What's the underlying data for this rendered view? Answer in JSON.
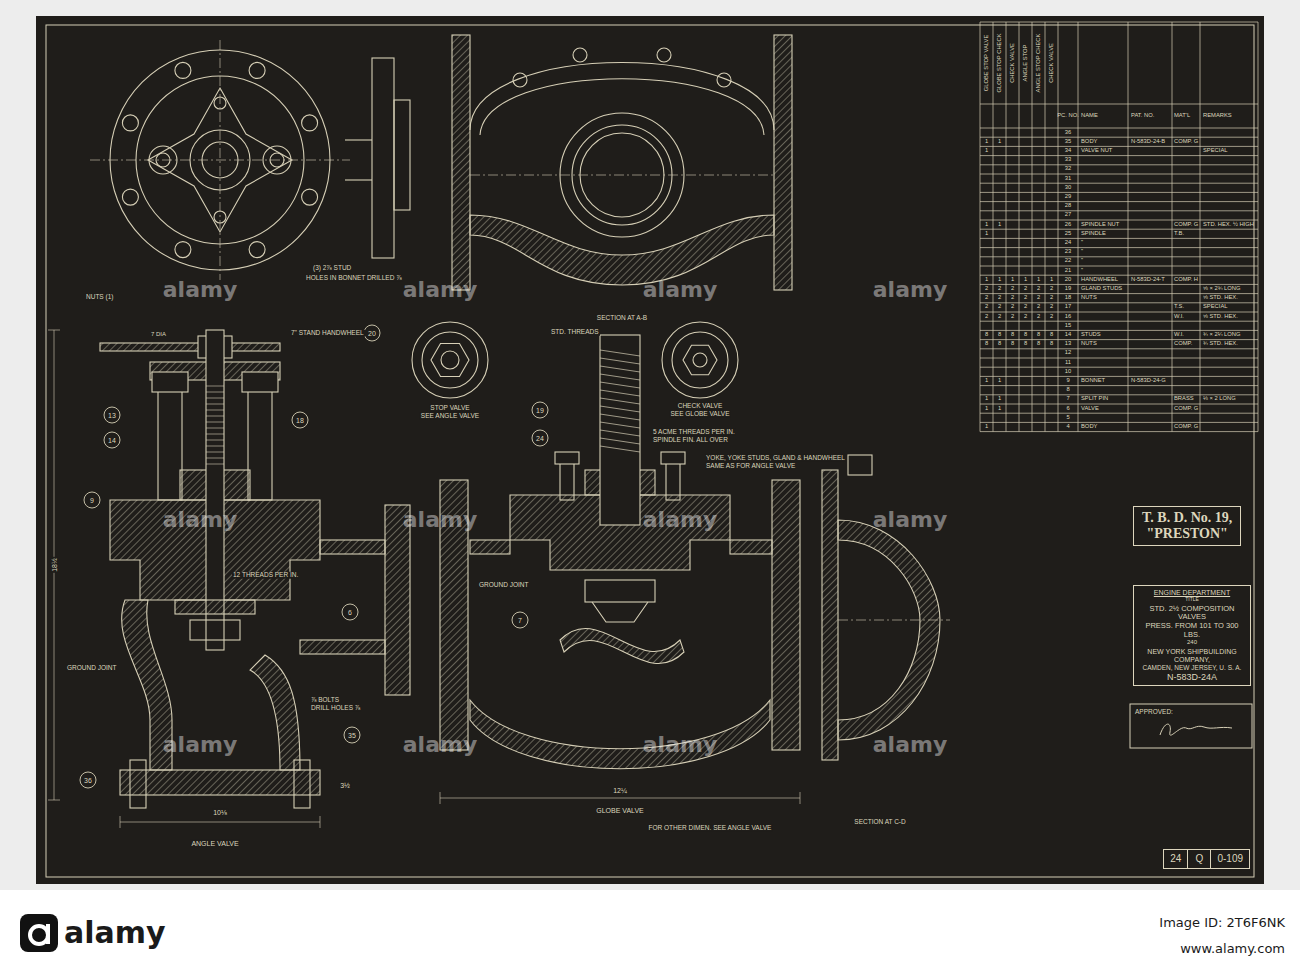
{
  "diagram": {
    "nodes": [
      {
        "text": [
          "T. B. D. No. 19,",
          "\"PRESTON\""
        ]
      },
      {
        "text": [
          "ENGINE DEPARTMENT",
          "TITLE",
          "STD. 2½ COMPOSITION VALVES",
          "PRESS. FROM 101 TO 300 LBS.",
          "240",
          "NEW YORK SHIPBUILDING COMPANY,",
          "CAMDEN, NEW JERSEY, U. S. A.",
          "N-583D-24A"
        ]
      },
      {
        "text": [
          "24"
        ]
      },
      {
        "text": [
          "Q"
        ]
      },
      {
        "text": [
          "0-109"
        ]
      }
    ],
    "labels": [
      "NUTS (1)",
      "(3) 2⅞ STUD",
      "HOLES IN BONNET DRILLED ⅞",
      "SECTION AT A-B",
      "STD. THREADS",
      "CHECK VALVE",
      "SEE GLOBE VALVE",
      "STOP VALVE",
      "SEE ANGLE VALVE",
      "7\" STAND HANDWHEEL",
      "7 DIA",
      "5 ACME THREADS PER IN.",
      "SPINDLE FIN. ALL OVER",
      "YOKE, YOKE STUDS, GLAND & HANDWHEEL",
      "SAME AS FOR ANGLE VALVE",
      "12 THREADS PER IN.",
      "GROUND JOINT",
      "GROUND JOINT",
      "⅞ BOLTS",
      "DRILL HOLES ⅞",
      "ANGLE VALVE",
      "GLOBE VALVE",
      "FOR OTHER DIMEN. SEE ANGLE VALVE",
      "SECTION AT C-D",
      "18½",
      "10⅛",
      "12¼",
      "3½",
      "20",
      "14",
      "13",
      "9",
      "6",
      "35",
      "36",
      "19",
      "24",
      "18",
      "7",
      "APPROVED:",
      "GLOBE STOP VALVE",
      "GLOBE STOP CHECK",
      "CHECK VALVE",
      "ANGLE STOP",
      "ANGLE STOP CHECK",
      "CHECK VALVE",
      "PC. NO.",
      "NAME",
      "PAT. NO.",
      "MAT'L",
      "REMARKS",
      "36",
      "1",
      "1",
      "35",
      "BODY",
      "N-583D-24-B",
      "COMP. G",
      "1",
      "34",
      "VALVE NUT",
      "SPECIAL",
      "33",
      "32",
      "31",
      "30",
      "29",
      "28",
      "27",
      "1",
      "1",
      "26",
      "SPINDLE NUT",
      "COMP. G",
      "STD. HEX. ½ HIGH",
      "1",
      "25",
      "SPINDLE",
      "T.B.",
      "24",
      "\"",
      "23",
      "\"",
      "22",
      "\"",
      "21",
      "\"",
      "1",
      "1",
      "1",
      "1",
      "1",
      "1",
      "20",
      "HANDWHEEL",
      "N-583D-24-T",
      "COMP. H",
      "2",
      "2",
      "2",
      "2",
      "2",
      "2",
      "19",
      "GLAND STUDS",
      "⅝ × 2¾ LONG",
      "2",
      "2",
      "2",
      "2",
      "2",
      "2",
      "18",
      "NUTS",
      "⅝ STD. HEX.",
      "2",
      "2",
      "2",
      "2",
      "2",
      "2",
      "17",
      "T.S.",
      "SPECIAL",
      "2",
      "2",
      "2",
      "2",
      "2",
      "2",
      "16",
      "W.I.",
      "⅝ STD. HEX.",
      "15",
      "8",
      "8",
      "8",
      "8",
      "8",
      "8",
      "14",
      "STUDS",
      "W.I.",
      "¾ × 2¼ LONG",
      "8",
      "8",
      "8",
      "8",
      "8",
      "8",
      "13",
      "NUTS",
      "COMP.",
      "¾ STD. HEX.",
      "12",
      "11",
      "10",
      "1",
      "1",
      "9",
      "BONNET",
      "N-583D-24-G",
      "8",
      "1",
      "1",
      "7",
      "SPLIT PIN",
      "BRASS",
      "⅛ × 2 LONG",
      "1",
      "1",
      "6",
      "VALVE",
      "COMP. G",
      "5",
      "1",
      "4",
      "BODY",
      "COMP. G",
      "alamy",
      "alamy",
      "alamy",
      "alamy",
      "alamy",
      "alamy",
      "alamy",
      "alamy",
      "alamy",
      "alamy",
      "alamy",
      "alamy",
      "alamy",
      "Image ID: 2T6F6NK",
      "www.alamy.com"
    ]
  }
}
